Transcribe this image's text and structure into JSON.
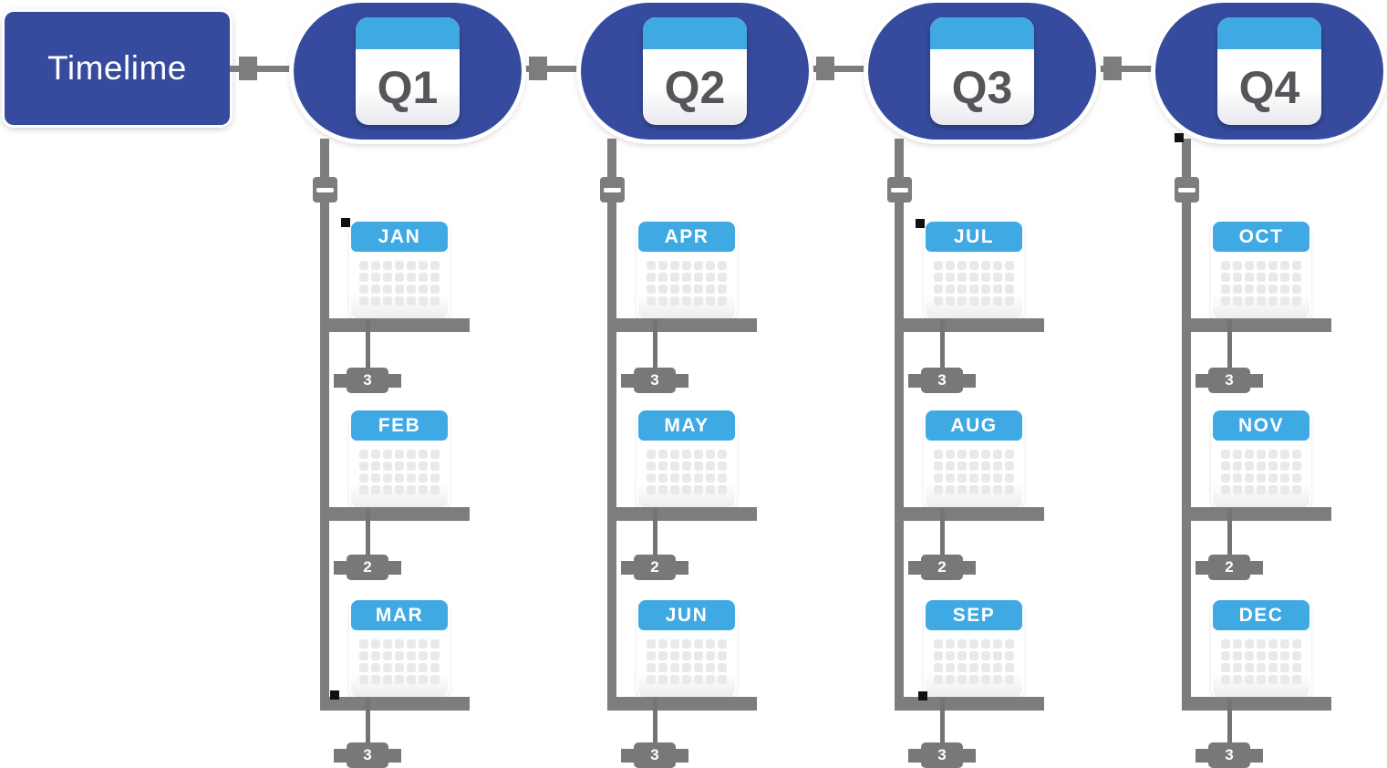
{
  "diagram": {
    "root": {
      "label": "Timelime"
    },
    "quarters": [
      {
        "label": "Q1",
        "months": [
          {
            "label": "JAN",
            "count": "3"
          },
          {
            "label": "FEB",
            "count": "2"
          },
          {
            "label": "MAR",
            "count": "3"
          }
        ]
      },
      {
        "label": "Q2",
        "months": [
          {
            "label": "APR",
            "count": "3"
          },
          {
            "label": "MAY",
            "count": "2"
          },
          {
            "label": "JUN",
            "count": "3"
          }
        ]
      },
      {
        "label": "Q3",
        "months": [
          {
            "label": "JUL",
            "count": "3"
          },
          {
            "label": "AUG",
            "count": "2"
          },
          {
            "label": "SEP",
            "count": "3"
          }
        ]
      },
      {
        "label": "Q4",
        "months": [
          {
            "label": "OCT",
            "count": "3"
          },
          {
            "label": "NOV",
            "count": "2"
          },
          {
            "label": "DEC",
            "count": "3"
          }
        ]
      }
    ],
    "collapse_glyph": "minus",
    "colors": {
      "node_blue": "#364B9D",
      "accent_blue": "#3FA9E4",
      "connector_gray": "#7D7D7D",
      "badge_gray": "#787878",
      "quarter_label_gray": "#54565A"
    }
  }
}
